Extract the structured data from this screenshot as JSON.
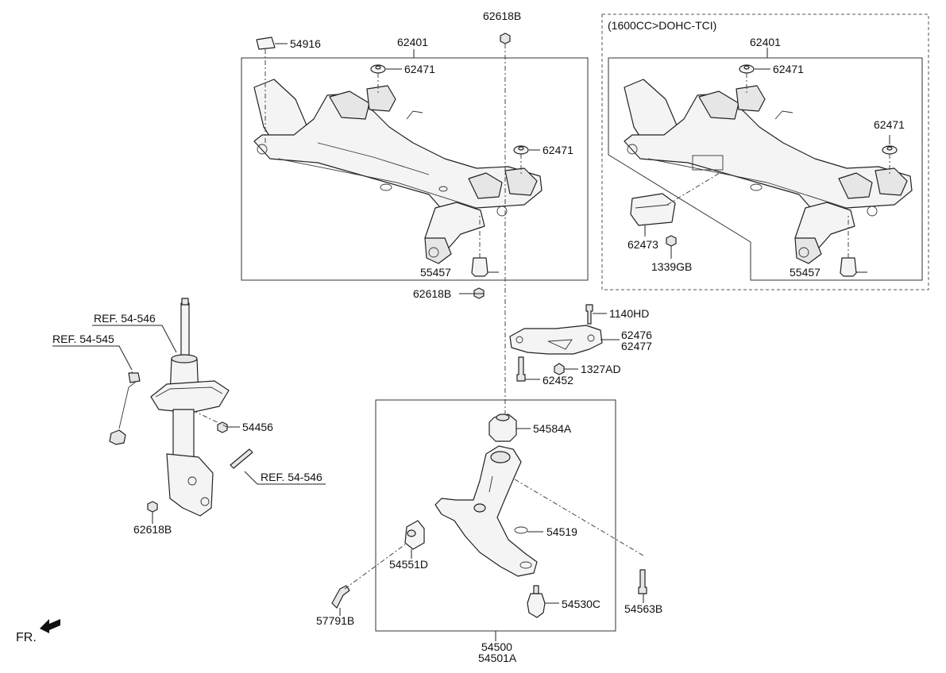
{
  "variant_label": "(1600CC>DOHC-TCI)",
  "fr_label": "FR.",
  "parts": {
    "p54916": "54916",
    "p62401_left": "62401",
    "p62401_right": "62401",
    "p62618B_top": "62618B",
    "p62471_left_top": "62471",
    "p62471_left_mid": "62471",
    "p62471_right_top": "62471",
    "p62471_right_mid": "62471",
    "p55457_left": "55457",
    "p55457_right": "55457",
    "p62618B_mid": "62618B",
    "p62473": "62473",
    "p1339GB": "1339GB",
    "p1140HD": "1140HD",
    "p62476": "62476",
    "p62477": "62477",
    "p1327AD": "1327AD",
    "p62452": "62452",
    "p54584A": "54584A",
    "p54519": "54519",
    "p54551D": "54551D",
    "p54530C": "54530C",
    "p54563B": "54563B",
    "p57791B": "57791B",
    "p54500": "54500",
    "p54501A": "54501A",
    "p54456": "54456",
    "p62618B_low": "62618B"
  },
  "refs": {
    "ref_54546_top": "REF. 54-546",
    "ref_54545": "REF. 54-545",
    "ref_54546_mid": "REF. 54-546"
  }
}
